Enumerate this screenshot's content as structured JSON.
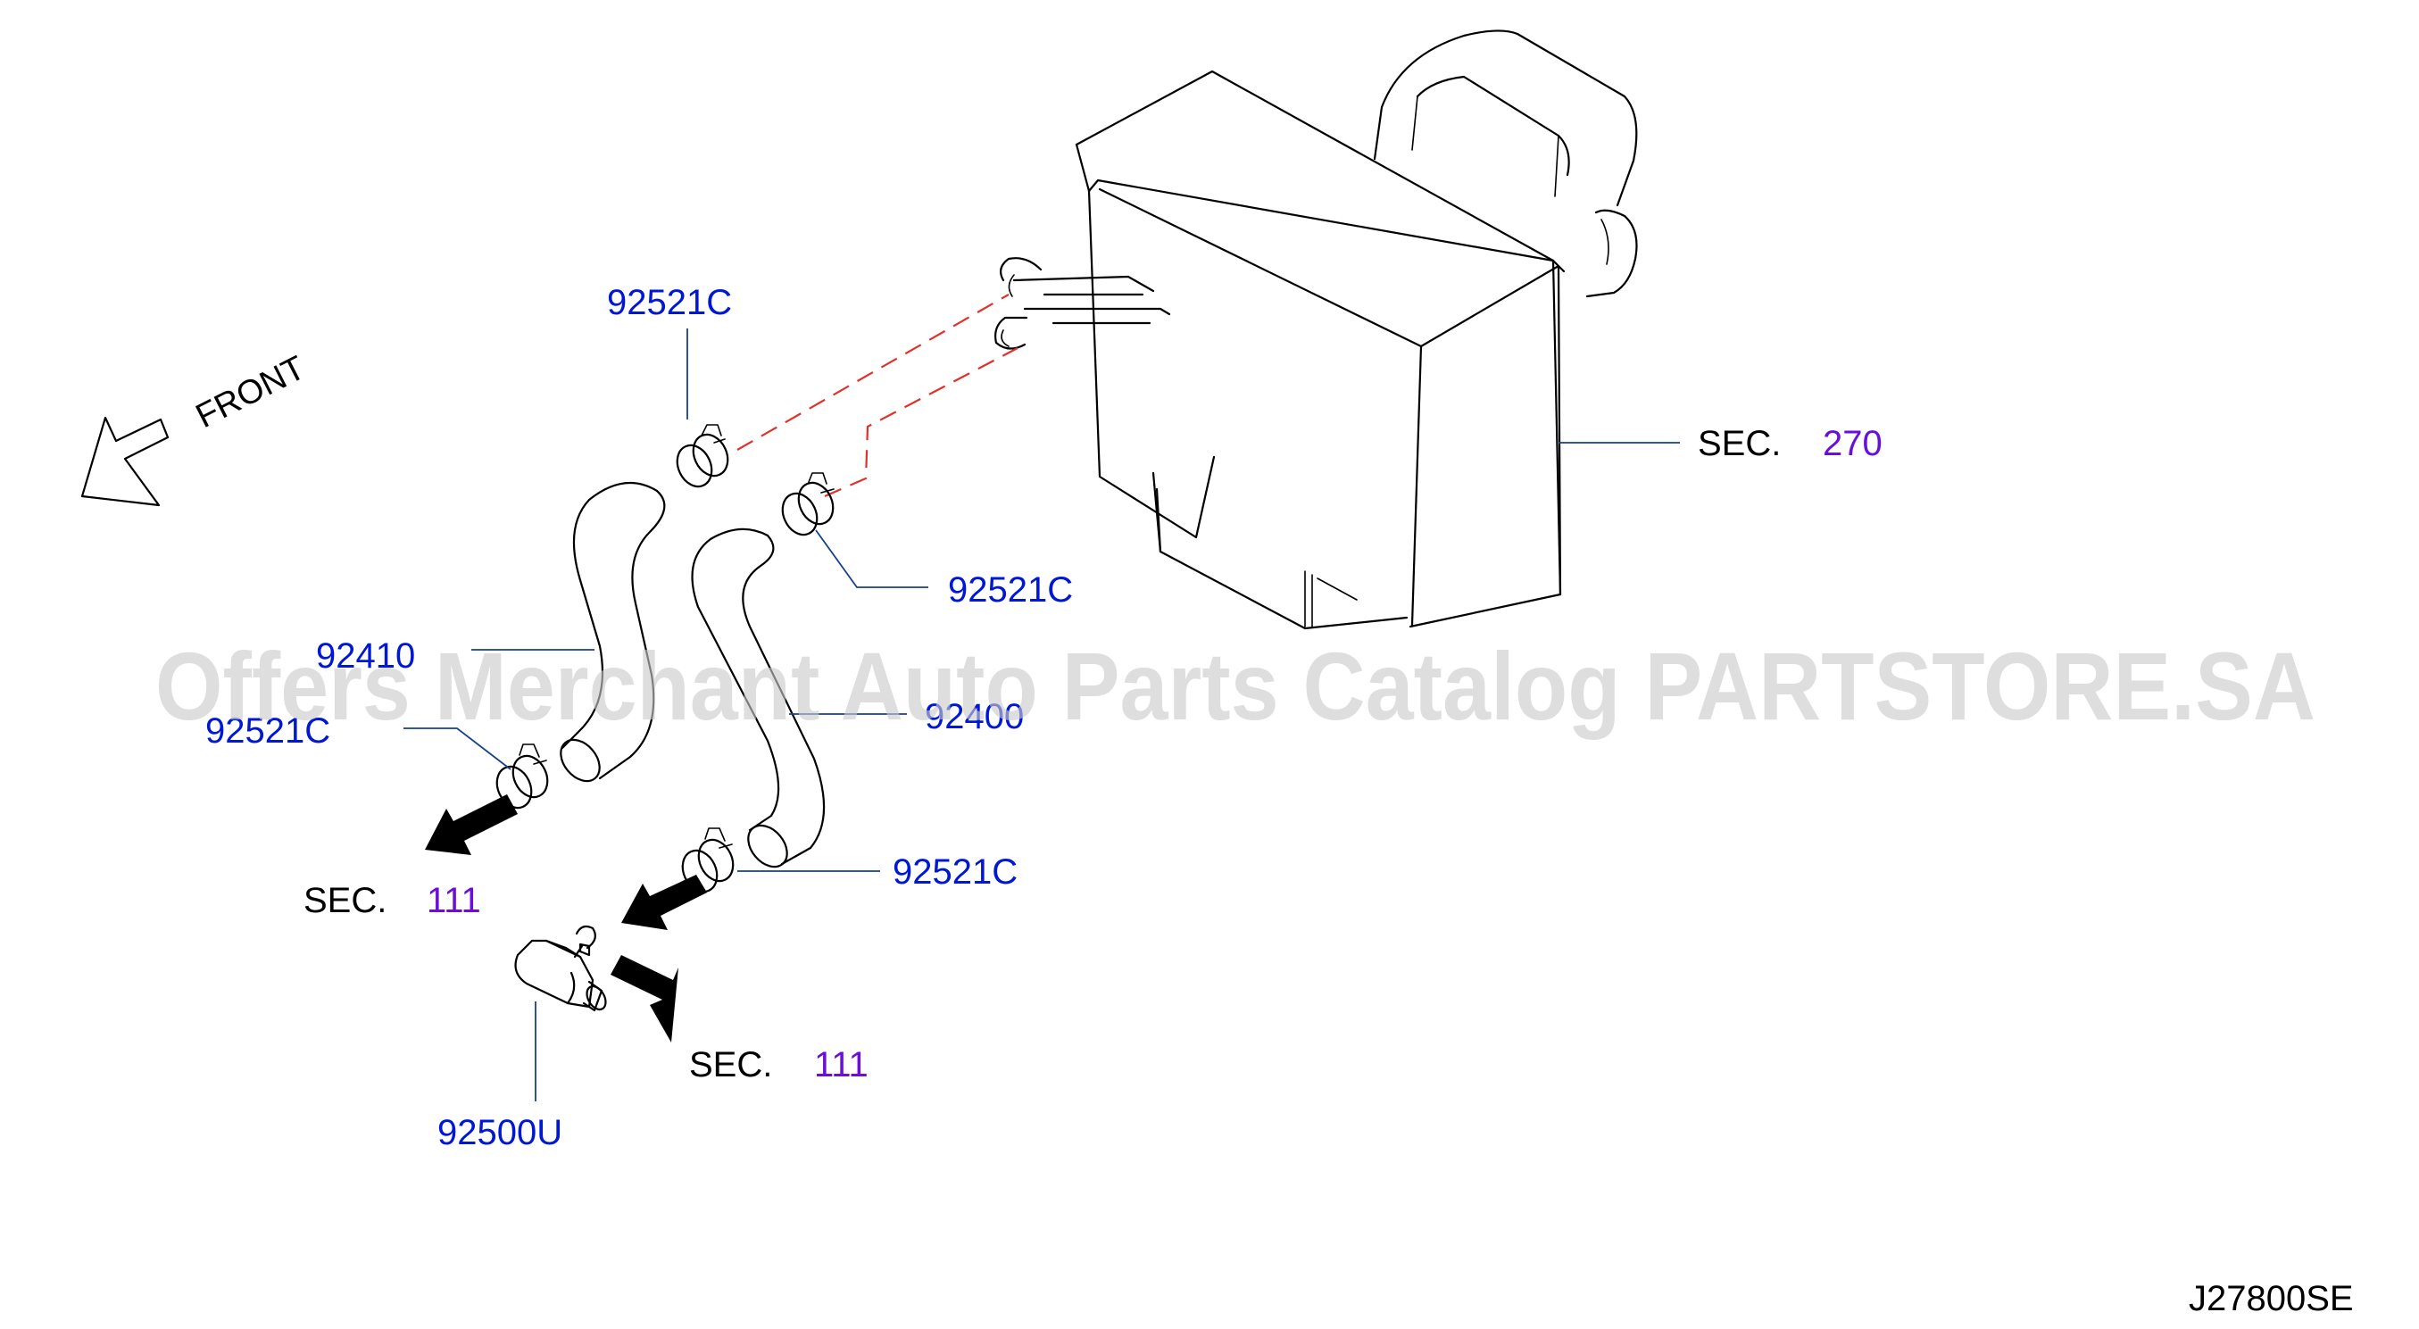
{
  "watermark": "Offers Merchant Auto Parts Catalog PARTSTORE.SA",
  "front_label": "FRONT",
  "diagram_code": "J27800SE",
  "sec_prefix": "SEC.",
  "parts": [
    {
      "id": "clamp_top",
      "number": "92521C"
    },
    {
      "id": "clamp_mid",
      "number": "92521C"
    },
    {
      "id": "hose_a",
      "number": "92410"
    },
    {
      "id": "hose_b",
      "number": "92400"
    },
    {
      "id": "clamp_left",
      "number": "92521C"
    },
    {
      "id": "clamp_bottom",
      "number": "92521C"
    },
    {
      "id": "valve",
      "number": "92500U"
    }
  ],
  "sections": [
    {
      "id": "sec_heater",
      "number": "270"
    },
    {
      "id": "sec_left",
      "number": "111"
    },
    {
      "id": "sec_bottom",
      "number": "111"
    }
  ],
  "colors": {
    "part_number": "#0018d4",
    "section_number": "#6a0ed8",
    "leader_line": "#1a3f8f",
    "connection_dash": "#e0312b",
    "watermark": "#c9c9c9"
  }
}
